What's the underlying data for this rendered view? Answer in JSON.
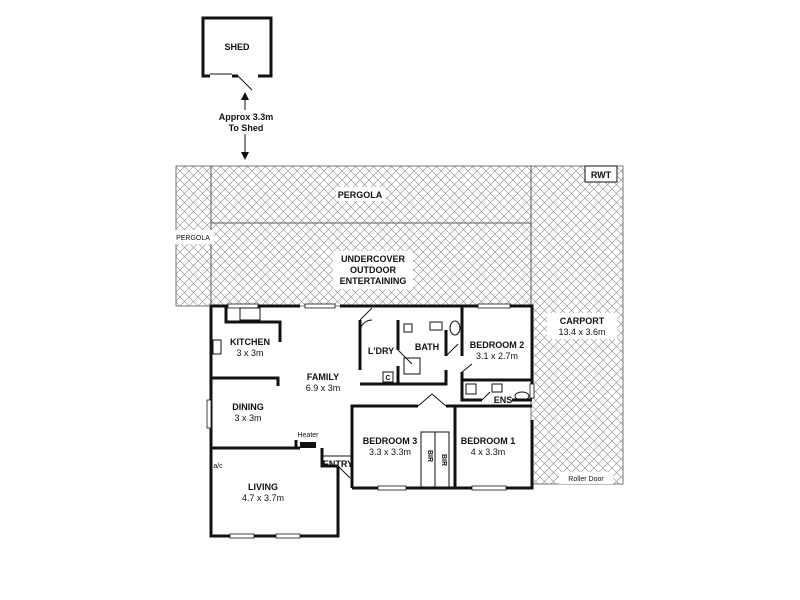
{
  "labels": {
    "shed": "SHED",
    "approx": "Approx 3.3m",
    "to_shed": "To Shed",
    "pergola_top": "PERGOLA",
    "pergola_side": "PERGOLA",
    "rwt": "RWT",
    "undercover_1": "UNDERCOVER",
    "undercover_2": "OUTDOOR",
    "undercover_3": "ENTERTAINING",
    "carport": "CARPORT",
    "carport_dim": "13.4 x 3.6m",
    "kitchen": "KITCHEN",
    "kitchen_dim": "3 x 3m",
    "ldry": "L'DRY",
    "bath": "BATH",
    "c": "C",
    "bedroom2": "BEDROOM 2",
    "bedroom2_dim": "3.1 x 2.7m",
    "family": "FAMILY",
    "family_dim": "6.9 x 3m",
    "ens": "ENS",
    "dining": "DINING",
    "dining_dim": "3 x 3m",
    "heater": "Heater",
    "bedroom3": "BEDROOM 3",
    "bedroom3_dim": "3.3 x 3.3m",
    "bir": "BIR",
    "bedroom1": "BEDROOM 1",
    "bedroom1_dim": "4 x 3.3m",
    "ac": "a/c",
    "entry": "ENTRY",
    "living": "LIVING",
    "living_dim": "4.7 x 3.7m",
    "roller_door": "Roller Door"
  }
}
